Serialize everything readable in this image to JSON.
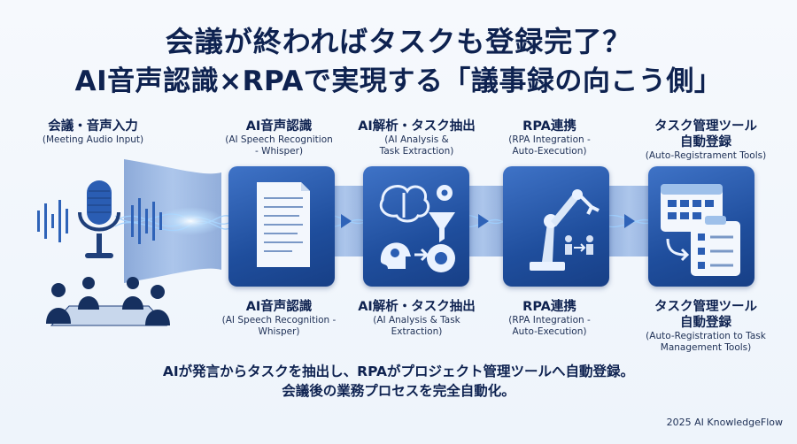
{
  "title": {
    "line1": "会議が終わればタスクも登録完了？",
    "line2": "AI音声認識×RPAで実現する「議事録の向こう側」"
  },
  "steps_top": [
    {
      "jp": "会議・音声入力",
      "en": "(Meeting Audio Input)"
    },
    {
      "jp": "AI音声認識",
      "en1": "(AI Speech Recognition",
      "en2": "- Whisper)"
    },
    {
      "jp": "AI解析・タスク抽出",
      "en1": "(AI Analysis &",
      "en2": "Task Extraction)"
    },
    {
      "jp": "RPA連携",
      "en1": "(RPA Integration -",
      "en2": "Auto-Execution)"
    },
    {
      "jp1": "タスク管理ツール",
      "jp2": "自動登録",
      "en": "(Auto-Registrament Tools)"
    }
  ],
  "steps_bottom": [
    {
      "jp": "AI音声認識",
      "en1": "(AI Speech Recognition -",
      "en2": "Whisper)"
    },
    {
      "jp": "AI解析・タスク抽出",
      "en1": "(AI Analysis & Task",
      "en2": "Extraction)"
    },
    {
      "jp": "RPA連携",
      "en1": "(RPA Integration -",
      "en2": "Auto-Execution)"
    },
    {
      "jp1": "タスク管理ツール",
      "jp2": "自動登録",
      "en1": "(Auto-Registration to Task",
      "en2": "Management Tools)"
    }
  ],
  "caption": {
    "line1": "AIが発言からタスクを抽出し、RPAがプロジェクト管理ツールへ自動登録。",
    "line2": "会議後の業務プロセスを完全自動化。"
  },
  "footer": "2025 AI KnowledgeFlow",
  "colors": {
    "navy": "#0e2250",
    "box": "#2a5db3",
    "wave": "#4f8fe0",
    "glow": "#9fd0ff"
  },
  "icons": [
    "microphone-icon",
    "meeting-people-icon",
    "document-icon",
    "brain-icon",
    "gear-icon",
    "filter-icon",
    "head-gear-icon",
    "robot-arm-icon",
    "calendar-icon",
    "checklist-icon",
    "arrow-right-icon"
  ]
}
